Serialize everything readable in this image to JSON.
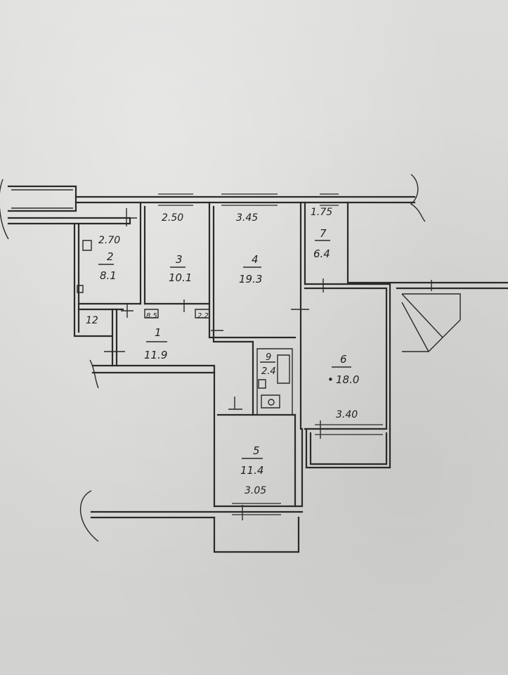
{
  "rooms": [
    {
      "number": "1",
      "area": "11.9"
    },
    {
      "number": "2",
      "area": "8.1"
    },
    {
      "number": "3",
      "area": "10.1"
    },
    {
      "number": "4",
      "area": "19.3"
    },
    {
      "number": "5",
      "area": "11.4"
    },
    {
      "number": "6",
      "area": "18.0"
    },
    {
      "number": "7",
      "area": "6.4"
    },
    {
      "number": "9",
      "area": "2.4"
    }
  ],
  "dimensions": {
    "d_270": "2.70",
    "d_250": "2.50",
    "d_345": "3.45",
    "d_175": "1.75",
    "d_12": "12",
    "d_340": "3.40",
    "d_305": "3.05",
    "d_85": "8.5",
    "d_22": "2.2"
  }
}
